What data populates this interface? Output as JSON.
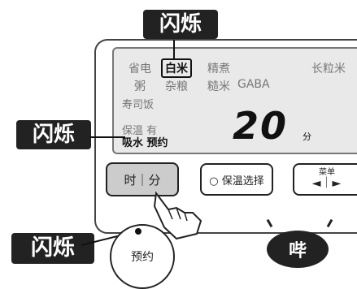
{
  "callouts": {
    "blink_top": "闪烁",
    "blink_left": "闪烁",
    "blink_bottom": "闪烁"
  },
  "lcd": {
    "power_saving": "省电",
    "white_rice": "白米",
    "fine_cook": "精煮",
    "long_grain_rice": "长粒米",
    "congee": "粥",
    "mixed_grain": "杂粮",
    "brown_rice": "糙米",
    "gaba": "GABA",
    "sushi_rice": "寿司饭",
    "keep_warm_status": "保温 有",
    "soak_reserve": "吸水 预约",
    "time_value": "20",
    "time_unit": "分"
  },
  "buttons": {
    "hour_minute": "时｜分",
    "keep_warm_select": "○ 保温选择",
    "menu_label": "菜单",
    "menu_arrows": "◄｜►",
    "reserve": "预约"
  },
  "beep_label": "哔"
}
